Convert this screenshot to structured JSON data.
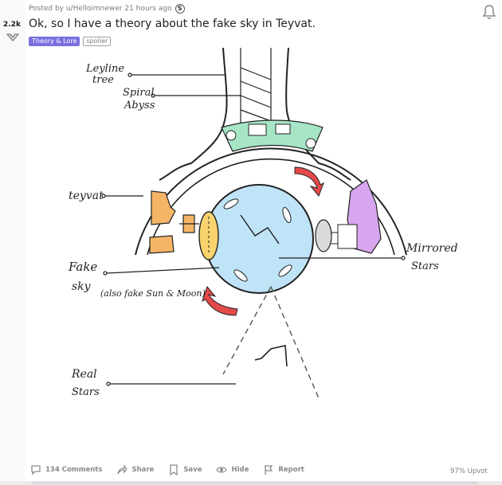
{
  "post": {
    "vote_count": "2.2k",
    "meta_text": "Posted by u/Helloimnewer 21 hours ago",
    "award_glyph": "S",
    "title": "Ok, so I have a theory about the fake sky in Teyvat.",
    "flair": "Theory & Lore",
    "spoiler": "spoiler"
  },
  "diagram": {
    "labels": {
      "leyline": [
        "Leyline",
        "tree"
      ],
      "abyss": [
        "Spiral",
        "Abyss"
      ],
      "teyvat": "teyvat",
      "fake": [
        "Fake",
        "sky"
      ],
      "fake_note": "(also fake Sun & Moon)",
      "mirrored": [
        "Mirrored",
        "Stars"
      ],
      "real": [
        "Real",
        "Stars"
      ]
    },
    "colors": {
      "globe": "#bfe3f7",
      "sun": "#f8d36e",
      "teal": "#a6e6c6",
      "purple": "#d7a6ee",
      "orange": "#f5b567",
      "arrow": "#e54a4a"
    }
  },
  "actions": {
    "comments": "134 Comments",
    "share": "Share",
    "save": "Save",
    "hide": "Hide",
    "report": "Report",
    "upvoted": "97% Upvot"
  }
}
